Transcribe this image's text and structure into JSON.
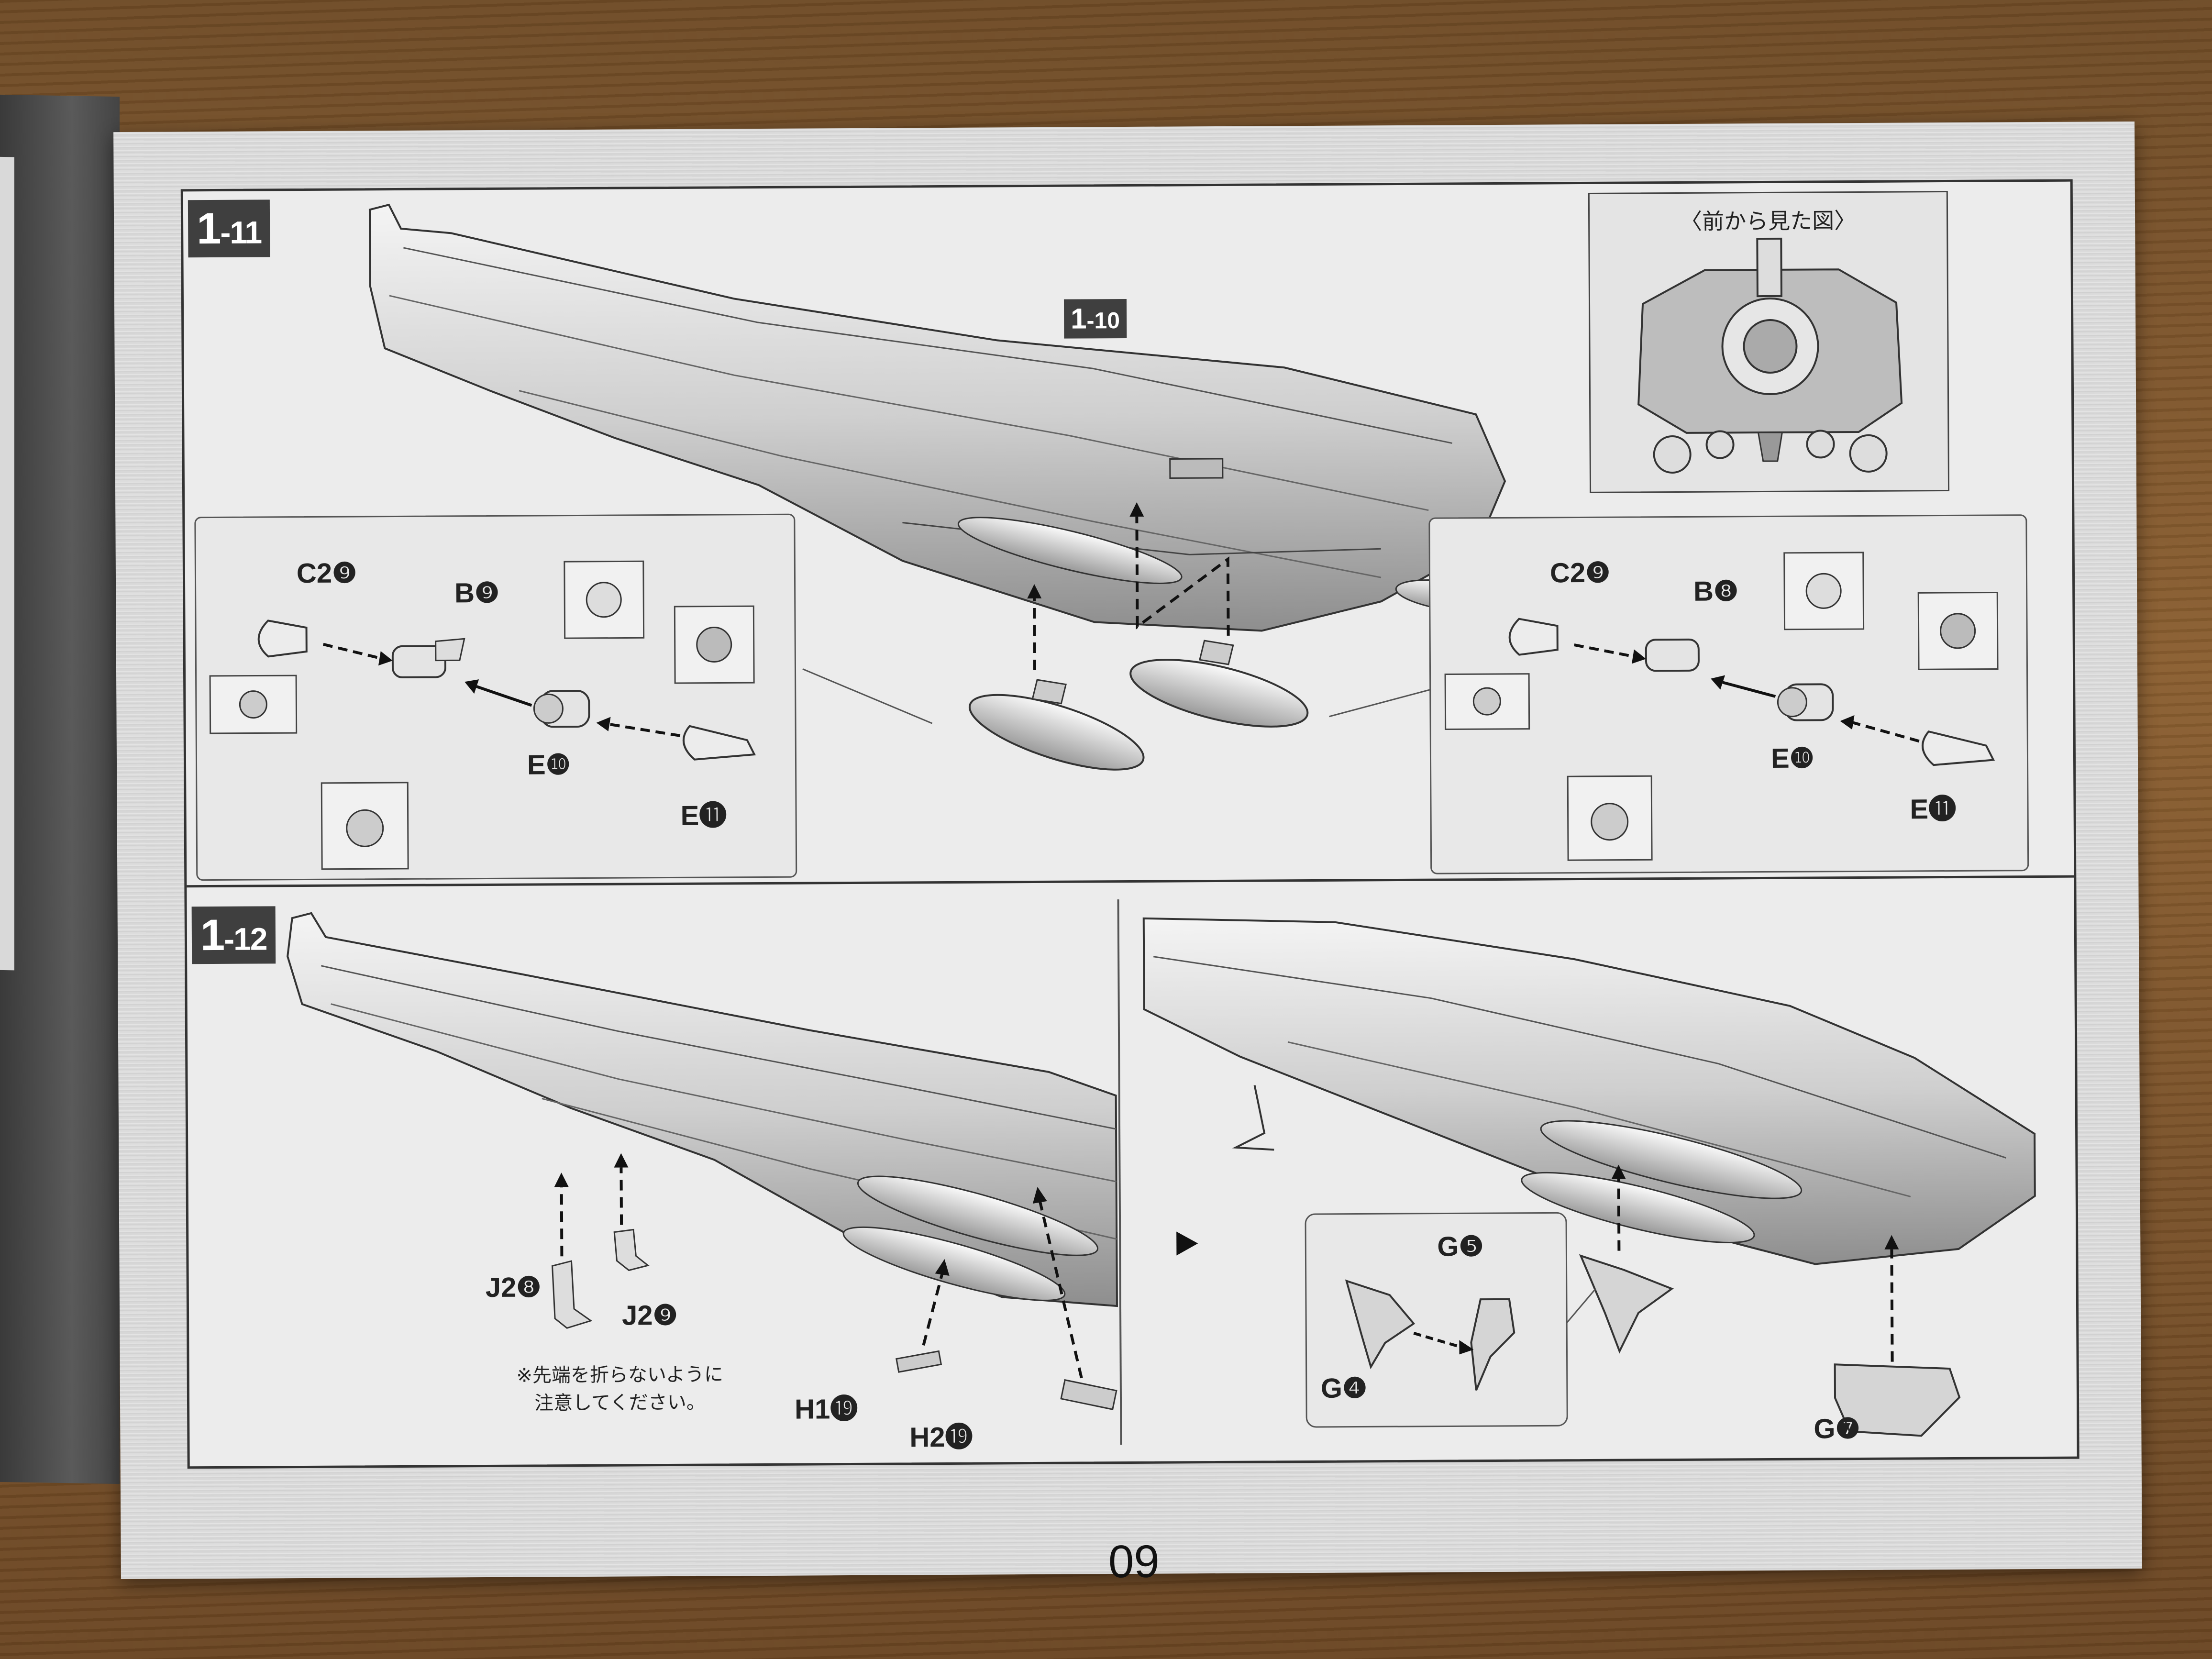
{
  "steps": {
    "step_1_11": {
      "main": "1",
      "sub": "-11"
    },
    "step_1_12": {
      "main": "1",
      "sub": "-12"
    },
    "ref_1_10": {
      "main": "1",
      "sub": "-10"
    }
  },
  "front_view": {
    "title": "〈前から見た図〉"
  },
  "left_assembly": {
    "c2": "C2❾",
    "b": "B❾",
    "e10": "E❿",
    "e11": "E⓫"
  },
  "right_assembly": {
    "c2": "C2❾",
    "b": "B❽",
    "e10": "E❿",
    "e11": "E⓫"
  },
  "step_1_12_parts": {
    "j2a": "J2❽",
    "j2b": "J2❾",
    "h1": "H1⓳",
    "h2": "H2⓳",
    "note_line1": "※先端を折らないように",
    "note_line2": "注意してください。"
  },
  "step_1_12_right_parts": {
    "g5": "G❺",
    "g4": "G❹",
    "g7": "G❼"
  },
  "page_number": "09",
  "icons": [
    "arrow-right-icon"
  ]
}
